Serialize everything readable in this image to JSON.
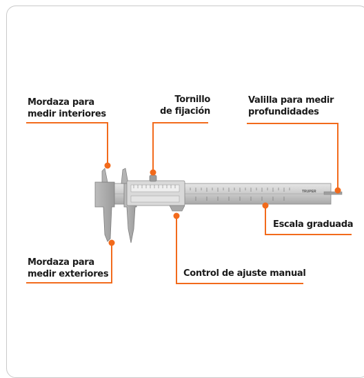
{
  "accent_color": "#f26a1b",
  "labels": {
    "jaw_inside_l1": "Mordaza para",
    "jaw_inside_l2": "medir interiores",
    "screw_l1": "Tornillo",
    "screw_l2": "de fijación",
    "depth_l1": "Valilla para medir",
    "depth_l2": "profundidades",
    "scale": "Escala graduada",
    "jaw_outside_l1": "Mordaza para",
    "jaw_outside_l2": "medir exteriores",
    "control": "Control de ajuste manual"
  },
  "brand_mark": "TRUPER"
}
